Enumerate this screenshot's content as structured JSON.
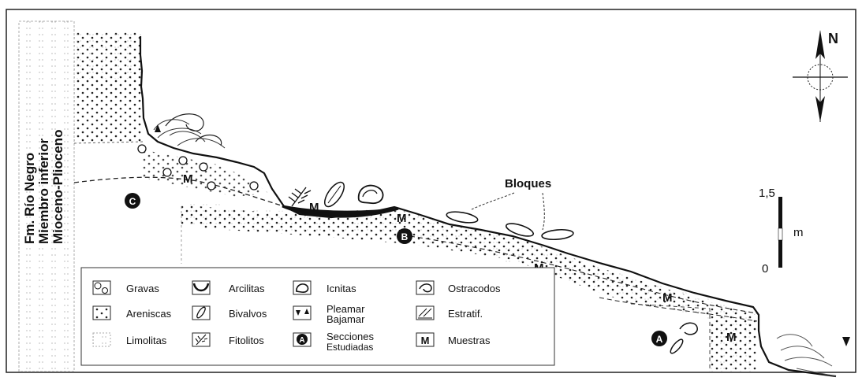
{
  "formation": {
    "line1": "Fm. Río Negro",
    "line2": "Miembro inferior",
    "line3": "Mioceno-Plioceno"
  },
  "compass": {
    "north": "N"
  },
  "scale": {
    "top": "1,5",
    "bottom": "0",
    "unit": "m"
  },
  "annotations": {
    "bloques": "Bloques",
    "sample_marker": "M",
    "section_a": "A",
    "section_b": "B",
    "section_c": "C"
  },
  "legend": [
    {
      "icon": "gravas-icon",
      "label": "Gravas"
    },
    {
      "icon": "arcilitas-icon",
      "label": "Arcilitas"
    },
    {
      "icon": "icnitas-icon",
      "label": "Icnitas"
    },
    {
      "icon": "ostracodos-icon",
      "label": "Ostracodos"
    },
    {
      "icon": "areniscas-icon",
      "label": "Areniscas"
    },
    {
      "icon": "bivalvos-icon",
      "label": "Bivalvos"
    },
    {
      "icon": "tide-icon",
      "label": "Pleamar",
      "label2": "Bajamar"
    },
    {
      "icon": "estratif-icon",
      "label": "Estratif."
    },
    {
      "icon": "limolitas-icon",
      "label": "Limolitas"
    },
    {
      "icon": "fitolitos-icon",
      "label": "Fitolitos"
    },
    {
      "icon": "secciones-icon",
      "label": "Secciones",
      "label2": "Estudiadas",
      "glyph": "A"
    },
    {
      "icon": "muestras-icon",
      "label": "Muestras",
      "glyph": "M"
    }
  ]
}
